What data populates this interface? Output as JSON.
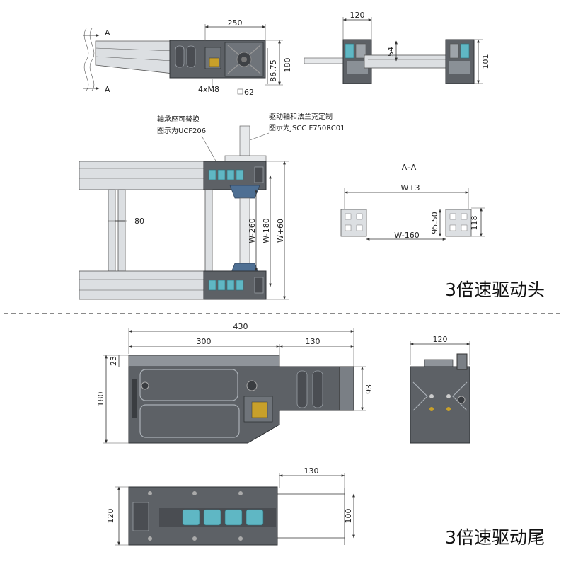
{
  "section_head": {
    "title": "3倍速驱动头",
    "section_mark": "A",
    "section_label": "A–A",
    "dims": {
      "top_length": "250",
      "top_height": "180",
      "top_inner": "86.75",
      "top_bolts": "4xM8",
      "top_offset": "62",
      "end_width": "120",
      "end_inner": "54",
      "end_height": "101",
      "frame_gap": "80",
      "w260": "W-260",
      "w180": "W-180",
      "w60": "W+60",
      "sec_w3": "W+3",
      "sec_w160": "W-160",
      "sec_9550": "95.50",
      "sec_118": "118"
    },
    "notes": {
      "bearing_l1": "轴承座可替换",
      "bearing_l2": "图示为UCF206",
      "shaft_l1": "驱动轴和法兰克定制",
      "shaft_l2": "图示为JSCC F750RC01"
    }
  },
  "section_tail": {
    "title": "3倍速驱动尾",
    "dims": {
      "total_length": "430",
      "left_length": "300",
      "right_length": "130",
      "offset_top": "23",
      "height": "180",
      "inner_height": "93",
      "end_width": "120",
      "bottom_length": "130",
      "bottom_left": "120",
      "bottom_right": "100"
    }
  },
  "colors": {
    "plate": "#5d6166",
    "rail": "#dcdfe2",
    "roller": "#5fb7c4",
    "bearing": "#4e6f93"
  }
}
